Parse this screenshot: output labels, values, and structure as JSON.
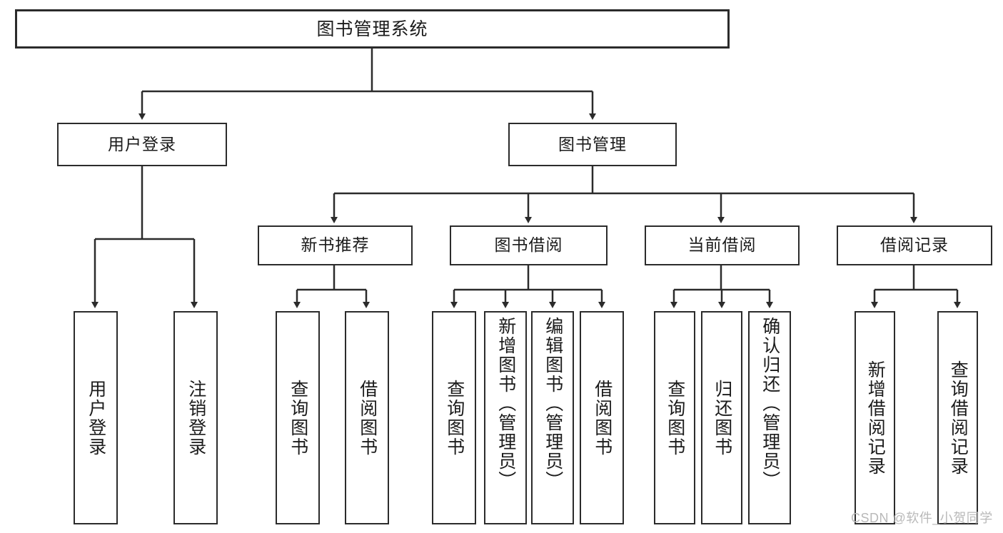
{
  "diagram": {
    "type": "tree-hierarchy",
    "title": "图书管理系统",
    "orientation": "top-down",
    "colors": {
      "stroke": "#2b2b2b",
      "node_fill": "#ffffff",
      "text": "#1b1b1b",
      "watermark": "#b9b9b9",
      "background": "#ffffff"
    },
    "watermark": "CSDN @软件_小贺同学",
    "root": {
      "label": "图书管理系统",
      "children": [
        {
          "label": "用户登录",
          "children": [
            {
              "label": "用户登录"
            },
            {
              "label": "注销登录"
            }
          ]
        },
        {
          "label": "图书管理",
          "children": [
            {
              "label": "新书推荐",
              "children": [
                {
                  "label": "查询图书"
                },
                {
                  "label": "借阅图书"
                }
              ]
            },
            {
              "label": "图书借阅",
              "children": [
                {
                  "label": "查询图书"
                },
                {
                  "label": "新增图书（管理员）"
                },
                {
                  "label": "编辑图书（管理员）"
                },
                {
                  "label": "借阅图书"
                }
              ]
            },
            {
              "label": "当前借阅",
              "children": [
                {
                  "label": "查询图书"
                },
                {
                  "label": "归还图书"
                },
                {
                  "label": "确认归还（管理员）"
                }
              ]
            },
            {
              "label": "借阅记录",
              "children": [
                {
                  "label": "新增借阅记录"
                },
                {
                  "label": "查询借阅记录"
                }
              ]
            }
          ]
        }
      ]
    },
    "nodes": {
      "root": "图书管理系统",
      "user_login": "用户登录",
      "book_manage": "图书管理",
      "new_book_rec": "新书推荐",
      "book_borrow": "图书借阅",
      "current_borrow": "当前借阅",
      "borrow_record": "借阅记录",
      "leaf_user_login": "用户登录",
      "leaf_logout": "注销登录",
      "leaf_query_book_1": "查询图书",
      "leaf_borrow_book_1": "借阅图书",
      "leaf_query_book_2": "查询图书",
      "leaf_add_book_admin": "新增图书（管理员）",
      "leaf_edit_book_admin": "编辑图书（管理员）",
      "leaf_borrow_book_2": "借阅图书",
      "leaf_query_book_3": "查询图书",
      "leaf_return_book": "归还图书",
      "leaf_confirm_return_admin": "确认归还（管理员）",
      "leaf_add_record": "新增借阅记录",
      "leaf_query_record": "查询借阅记录"
    }
  }
}
